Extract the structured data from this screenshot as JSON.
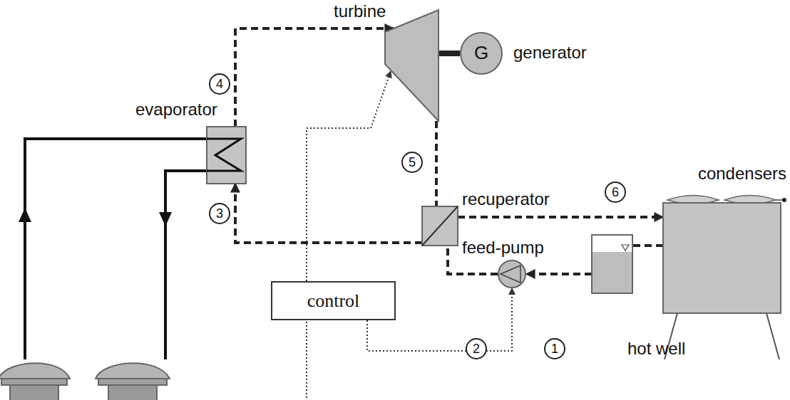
{
  "diagram": {
    "nodes": [
      {
        "text": [
          "turbine"
        ]
      },
      {
        "text": [
          "G",
          "generator"
        ]
      },
      {
        "text": [
          "evaporator"
        ]
      },
      {
        "text": [
          "recuperator"
        ]
      },
      {
        "text": [
          "condensers"
        ]
      },
      {
        "text": [
          "feed-pump"
        ]
      },
      {
        "text": [
          "hot well"
        ]
      },
      {
        "text": [
          "control"
        ]
      }
    ],
    "edges": [
      {
        "from": 2,
        "to": 0,
        "arrow": "to"
      },
      {
        "from": 0,
        "to": 3,
        "arrow": "none"
      },
      {
        "from": 3,
        "to": 2,
        "arrow": "to"
      },
      {
        "from": 3,
        "to": 4,
        "arrow": "to"
      },
      {
        "from": 4,
        "to": 6,
        "arrow": "none"
      },
      {
        "from": 6,
        "to": 5,
        "arrow": "to"
      },
      {
        "from": 5,
        "to": 3,
        "arrow": "none"
      },
      {
        "from": 0,
        "to": 1,
        "arrow": "none"
      },
      {
        "from": 7,
        "to": 0,
        "arrow": "to"
      },
      {
        "from": 7,
        "to": 5,
        "arrow": "to"
      }
    ],
    "labels": [
      "4",
      "5",
      "6",
      "3",
      "2",
      "1"
    ]
  }
}
